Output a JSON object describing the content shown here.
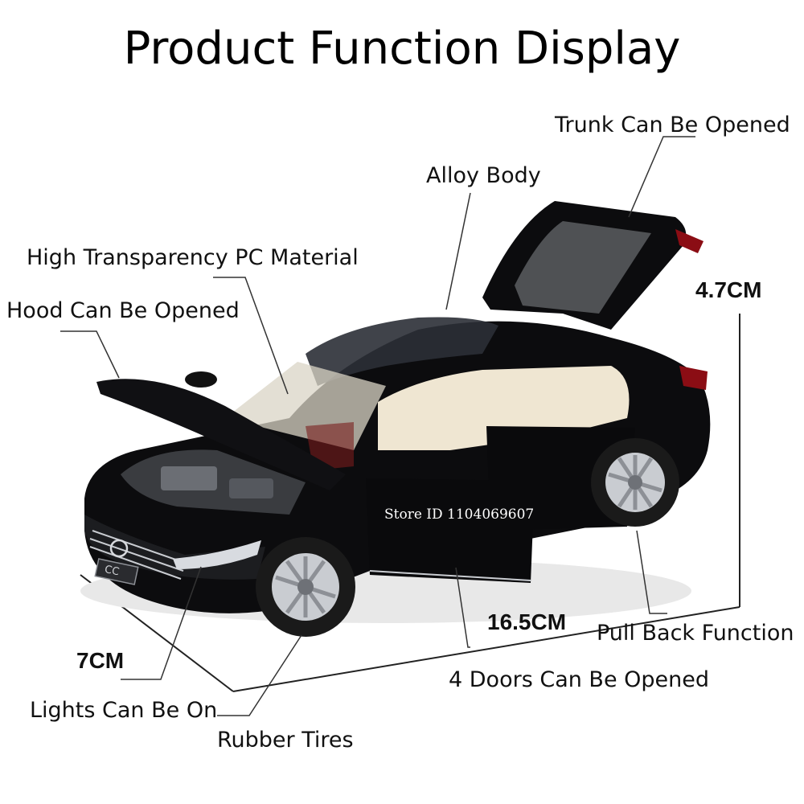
{
  "title": "Product Function Display",
  "labels": {
    "trunk": "Trunk Can Be Opened",
    "alloy_body": "Alloy Body",
    "pc_material": "High Transparency PC Material",
    "hood": "Hood Can Be Opened",
    "pull_back": "Pull Back Function",
    "doors": "4 Doors Can Be Opened",
    "lights": "Lights Can Be On",
    "tires": "Rubber Tires"
  },
  "dimensions": {
    "height": "4.7CM",
    "length": "16.5CM",
    "width": "7CM"
  },
  "watermark": "Store ID 1104069607",
  "badge_text": "CC",
  "colors": {
    "car_body": "#0c0c0e",
    "interior": "#efe6d2",
    "wheel": "#c9ccd1",
    "tire": "#1a1a1a",
    "tail_light": "#8b0d14"
  }
}
